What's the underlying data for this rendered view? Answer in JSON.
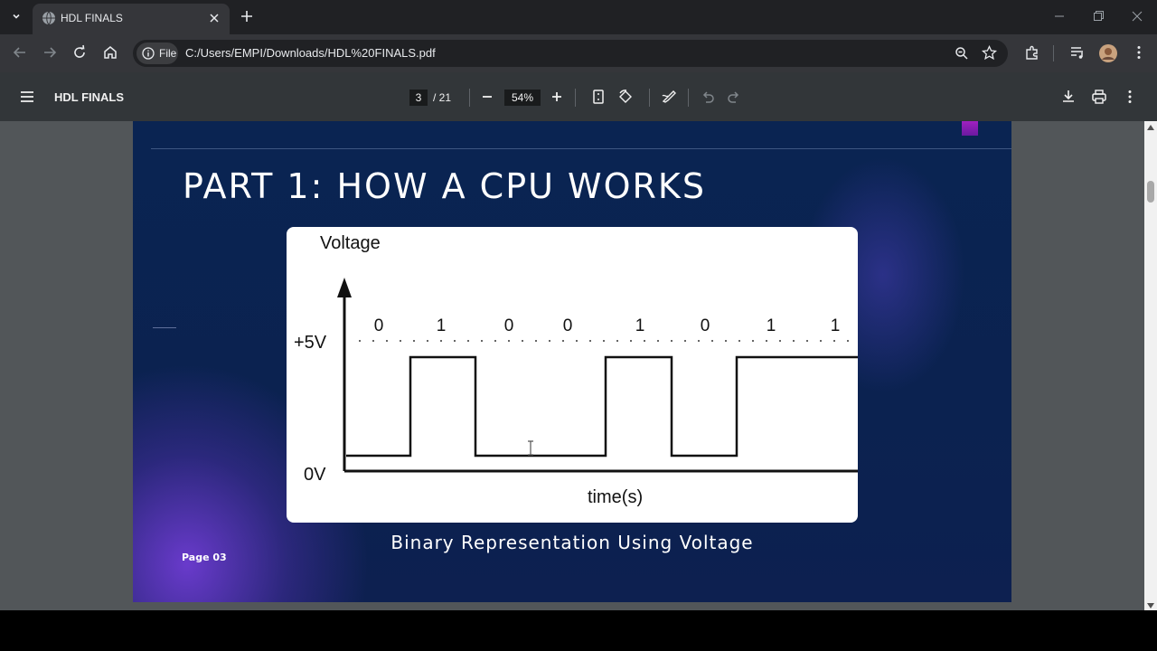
{
  "browser": {
    "tab": {
      "title": "HDL FINALS"
    },
    "address": {
      "scheme_label": "File",
      "url": "C:/Users/EMPI/Downloads/HDL%20FINALS.pdf"
    }
  },
  "pdf_toolbar": {
    "title": "HDL FINALS",
    "page_current": "3",
    "page_total": "/ 21",
    "zoom": "54%"
  },
  "slide": {
    "title": "PART 1: HOW A CPU WORKS",
    "caption": "Binary Representation Using Voltage",
    "page_label": "Page 03",
    "figure": {
      "y_label": "Voltage",
      "x_label": "time(s)",
      "high_label": "+5V",
      "low_label": "0V",
      "bits": [
        "0",
        "1",
        "0",
        "0",
        "1",
        "0",
        "1",
        "1"
      ]
    }
  },
  "colors": {
    "tabstrip": "#202124",
    "toolbar": "#35363a",
    "pdf_toolbar": "#323639",
    "viewer_bg": "#525659",
    "slide_bg": "#0b2250"
  }
}
